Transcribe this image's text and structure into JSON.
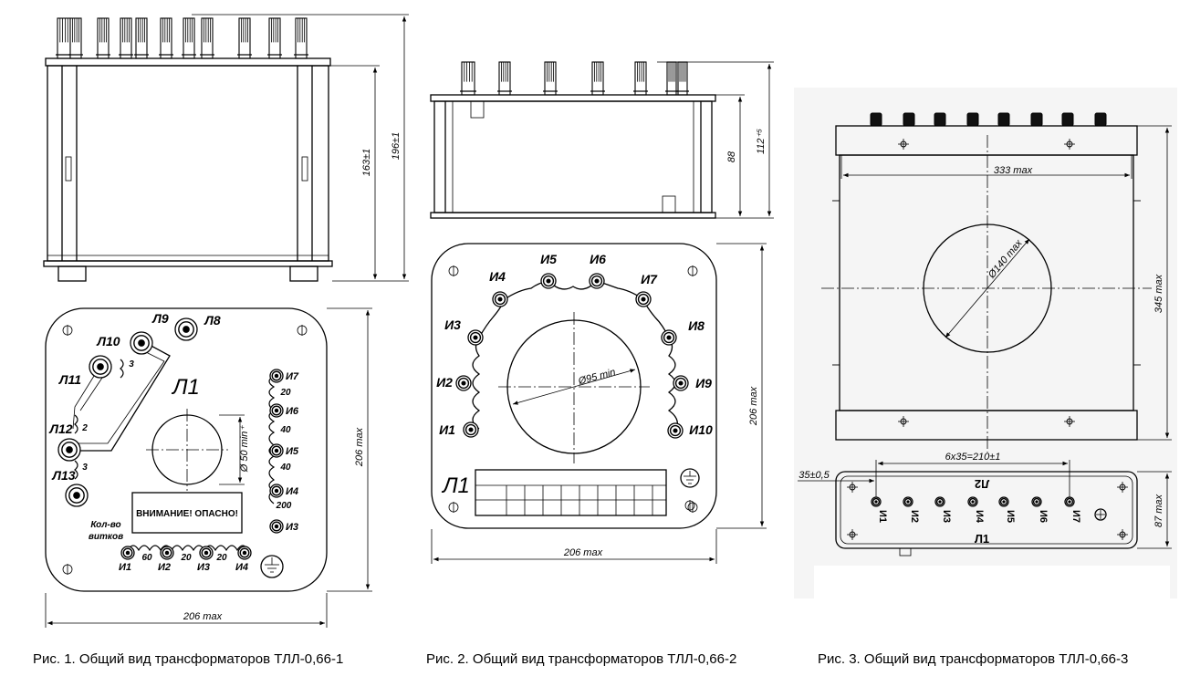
{
  "figures": [
    {
      "caption": "Рис. 1. Общий вид трансформаторов ТЛЛ-0,66-1",
      "dimensions": {
        "height_main": "163±1",
        "height_total": "196±1",
        "width": "206 max",
        "depth": "206 max",
        "hole": "Ø 50 min⁺"
      },
      "labels": {
        "primary": [
          "Л8",
          "Л9",
          "Л10",
          "Л11",
          "Л12",
          "Л13"
        ],
        "primary_turns": [
          "3",
          "2",
          "3"
        ],
        "main": "Л1",
        "secondary_right": [
          "И7",
          "И6",
          "И5",
          "И4",
          "И3"
        ],
        "turns_right": [
          "20",
          "40",
          "40",
          "200"
        ],
        "secondary_bottom": [
          "И1",
          "И2",
          "И3",
          "И4"
        ],
        "turns_bottom": [
          "60",
          "20",
          "20"
        ],
        "warning": "ВНИМАНИЕ! ОПАСНО!",
        "turns_caption_line1": "Кол-во",
        "turns_caption_line2": "витков"
      }
    },
    {
      "caption": "Рис. 2. Общий вид трансформаторов ТЛЛ-0,66-2",
      "dimensions": {
        "height_main": "88",
        "height_total": "112⁺⁵",
        "width": "206 max",
        "depth": "206 max",
        "hole": "Ø95 min"
      },
      "labels": {
        "left": [
          "И4",
          "И3",
          "И2",
          "И1"
        ],
        "top": [
          "И5",
          "И6"
        ],
        "right": [
          "И7",
          "И8",
          "И9",
          "И10"
        ],
        "main": "Л1"
      }
    },
    {
      "caption": "Рис. 3. Общий вид трансформаторов ТЛЛ-0,66-3",
      "dimensions": {
        "width": "333 max",
        "height": "345 max",
        "hole": "Ø140 max",
        "spacing": "6x35=210±1",
        "offset": "35±0,5",
        "depth": "87 max"
      },
      "labels": {
        "terminals": [
          "И1",
          "И2",
          "И3",
          "И4",
          "И5",
          "И6",
          "И7"
        ],
        "top_primary": "Л2",
        "bottom_primary": "Л1"
      }
    }
  ]
}
